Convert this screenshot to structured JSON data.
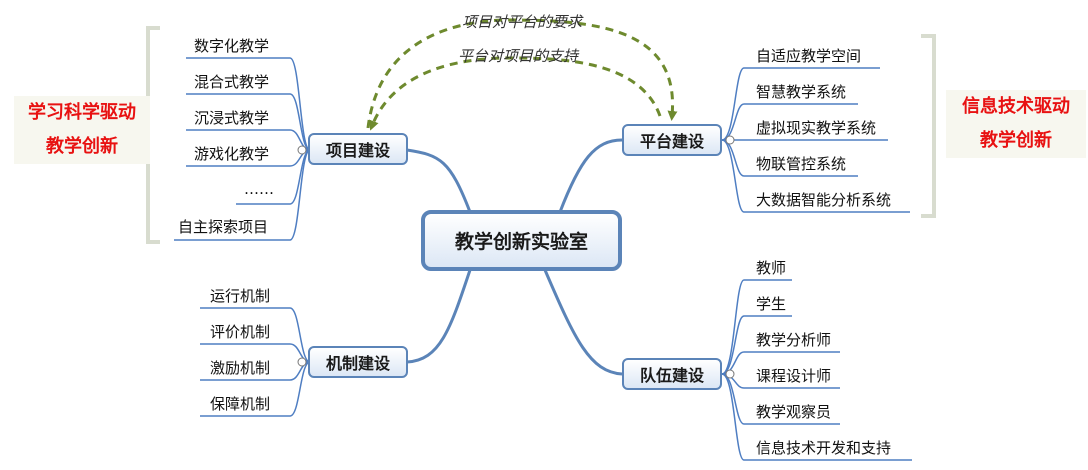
{
  "center": "教学创新实验室",
  "branches": {
    "project": {
      "label": "项目建设",
      "items": [
        "数字化教学",
        "混合式教学",
        "沉浸式教学",
        "游戏化教学",
        "……",
        "自主探索项目"
      ]
    },
    "mechanism": {
      "label": "机制建设",
      "items": [
        "运行机制",
        "评价机制",
        "激励机制",
        "保障机制"
      ]
    },
    "platform": {
      "label": "平台建设",
      "items": [
        "自适应教学空间",
        "智慧教学系统",
        "虚拟现实教学系统",
        "物联管控系统",
        "大数据智能分析系统"
      ]
    },
    "team": {
      "label": "队伍建设",
      "items": [
        "教师",
        "学生",
        "教学分析师",
        "课程设计师",
        "教学观察员",
        "信息技术开发和支持"
      ]
    }
  },
  "side_labels": {
    "left": [
      "学习科学驱动",
      "教学创新"
    ],
    "right": [
      "信息技术驱动",
      "教学创新"
    ]
  },
  "relations": {
    "top": "项目对平台的要求",
    "bottom": "平台对项目的支持"
  },
  "colors": {
    "node_border": "#5b84b8",
    "connector": "#5b84b8",
    "leaf_underline": "#4f7ec2",
    "relation_arrow": "#6e8a2e",
    "side_label_text": "#e81212",
    "bracket": "#d8dccf"
  }
}
